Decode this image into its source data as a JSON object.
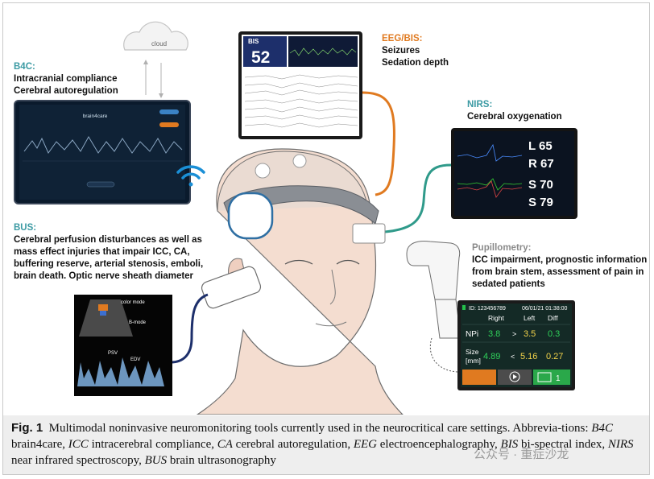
{
  "cloud_label": "cloud",
  "b4c": {
    "heading": "B4C:",
    "lines": [
      "Intracranial compliance",
      "Cerebral autoregulation"
    ]
  },
  "eeg": {
    "heading": "EEG/BIS:",
    "lines": [
      "Seizures",
      "Sedation depth"
    ]
  },
  "nirs": {
    "heading": "NIRS:",
    "lines": [
      "Cerebral oxygenation"
    ]
  },
  "bus": {
    "heading": "BUS:",
    "lines": [
      "Cerebral perfusion disturbances as well as",
      "mass effect injuries that impair ICC, CA,",
      "buffering reserve, arterial stenosis, emboli,",
      "brain death. Optic nerve sheath diameter"
    ]
  },
  "pupil": {
    "heading": "Pupillometry:",
    "lines": [
      "ICC impairment, prognostic information",
      "from brain stem, assessment of pain in",
      "sedated patients"
    ]
  },
  "tablet": {
    "brand": "brain4care"
  },
  "bis_monitor": {
    "label": "BIS",
    "value": "52"
  },
  "nirs_monitor": {
    "l": "L 65",
    "r": "R 67",
    "s1": "S 70",
    "s2": "S 79"
  },
  "us": {
    "color_mode": "color mode",
    "b_mode": "B-mode",
    "psv": "PSV",
    "edv": "EDV"
  },
  "pupillometer": {
    "id_text": "ID: 123456789",
    "date_text": "06/01/21 01:38:00",
    "col_right": "Right",
    "col_left": "Left",
    "col_diff": "Diff",
    "npi_label": "NPi",
    "npi_right": "3.8",
    "npi_cmp": ">",
    "npi_left": "3.5",
    "npi_diff": "0.3",
    "size_label_1": "Size",
    "size_label_2": "[mm]",
    "size_right": "4.89",
    "size_cmp": "<",
    "size_left": "5.16",
    "size_diff": "0.27",
    "page_count": "1"
  },
  "caption": {
    "fig": "Fig. 1",
    "text": "Multimodal noninvasive neuromonitoring tools currently used in the neurocritical care settings. Abbrevia-tions:",
    "abbrevs": [
      {
        "abbr": "B4C",
        "def": "brain4care,"
      },
      {
        "abbr": "ICC",
        "def": "intracerebral compliance,"
      },
      {
        "abbr": "CA",
        "def": "cerebral autoregulation,"
      },
      {
        "abbr": "EEG",
        "def": "electroencephalography,"
      },
      {
        "abbr": "BIS",
        "def": "bi-spectral index,"
      },
      {
        "abbr": "NIRS",
        "def": "near infrared spectroscopy,"
      },
      {
        "abbr": "BUS",
        "def": "brain ultrasonography"
      }
    ]
  },
  "watermark": "公众号 · 重症沙龙",
  "colors": {
    "teal": "#3b9aa3",
    "orange": "#e07a20",
    "navy": "#1d2f6b",
    "screen": "#0d1b2e"
  }
}
